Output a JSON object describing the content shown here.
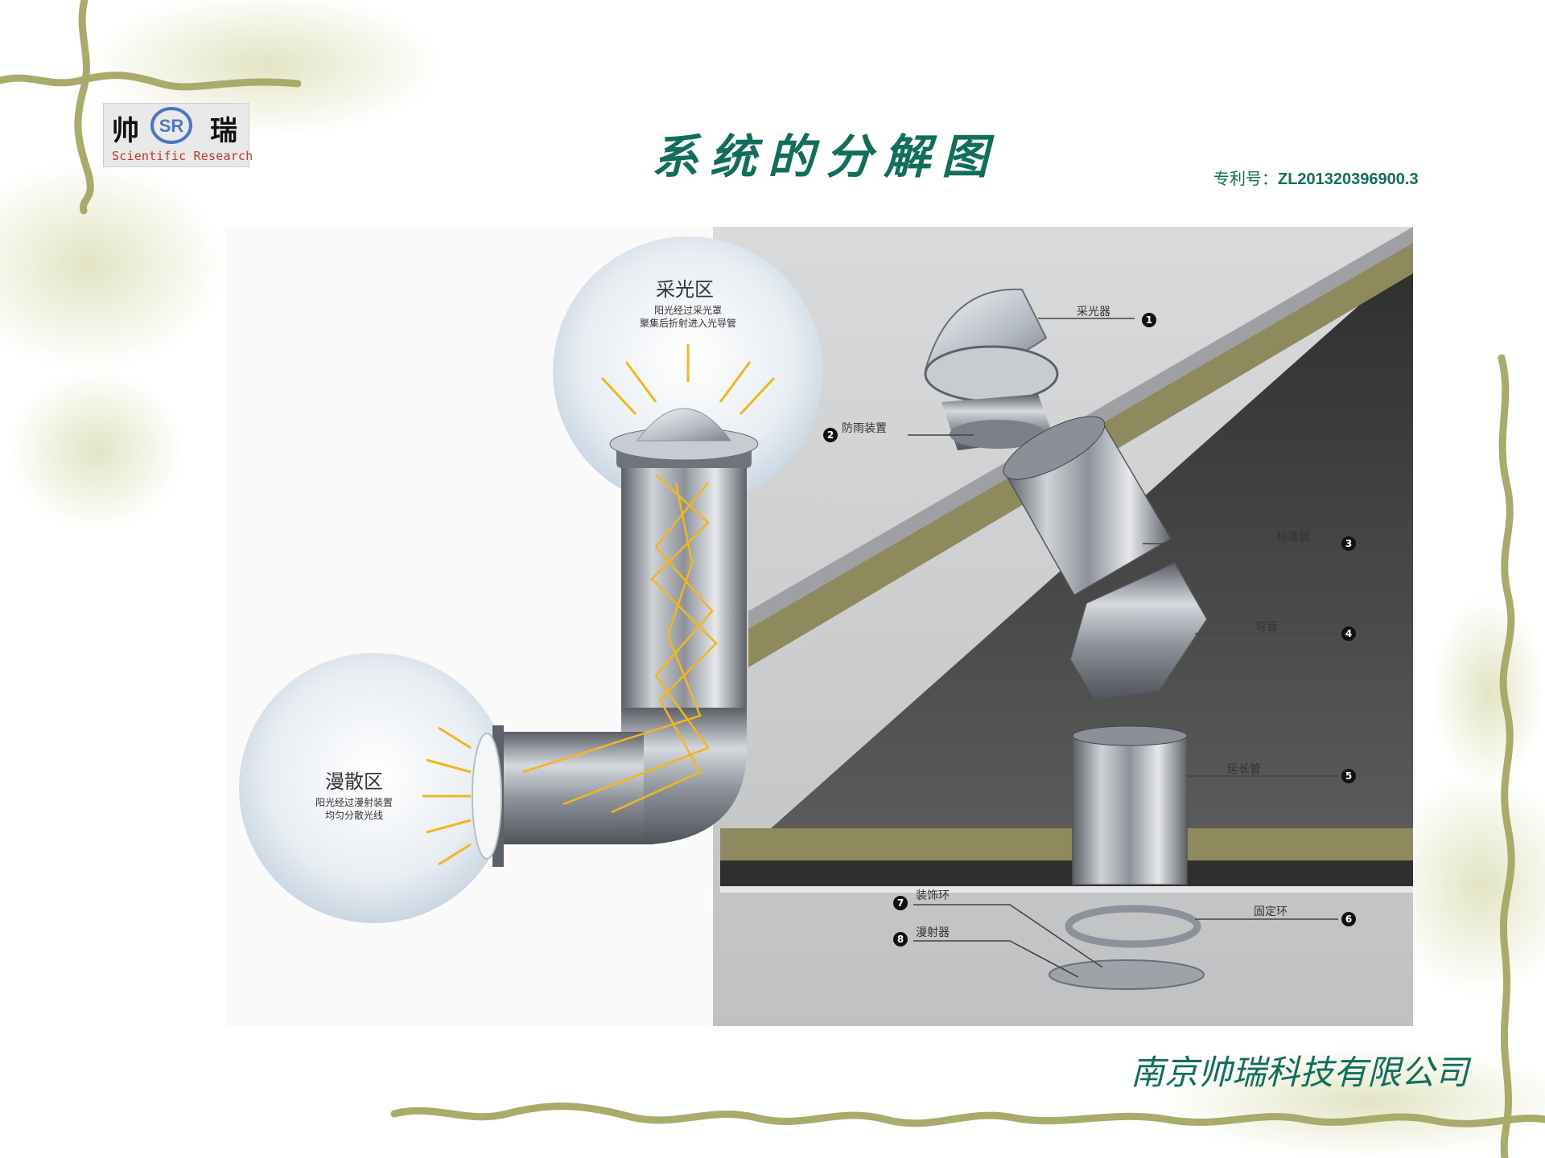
{
  "logo": {
    "left_char": "帅",
    "mark": "SR",
    "right_char": "瑞",
    "subtitle": "Scientific Research"
  },
  "title": "系统的分解图",
  "patent": {
    "prefix": "专利号：",
    "number": "ZL201320396900.3"
  },
  "company": "南京帅瑞科技有限公司",
  "zones": {
    "collection": {
      "title": "采光区",
      "line1": "阳光经过采光罩",
      "line2": "聚集后折射进入光导管"
    },
    "diffusion": {
      "title": "漫散区",
      "line1": "阳光经过漫射装置",
      "line2": "均匀分散光线"
    }
  },
  "parts": [
    {
      "num": "1",
      "label": "采光器"
    },
    {
      "num": "2",
      "label": "防雨装置"
    },
    {
      "num": "3",
      "label": "标准管"
    },
    {
      "num": "4",
      "label": "弯管"
    },
    {
      "num": "5",
      "label": "延长管"
    },
    {
      "num": "6",
      "label": "固定环"
    },
    {
      "num": "7",
      "label": "装饰环"
    },
    {
      "num": "8",
      "label": "漫射器"
    }
  ],
  "colors": {
    "title_green": "#0f6f5a",
    "vine_olive": "#a9ab6a",
    "light_ray_yellow": "#f2b71a",
    "roof_dark": "#3b3b3b",
    "roof_insulation": "#8e8a5e"
  }
}
